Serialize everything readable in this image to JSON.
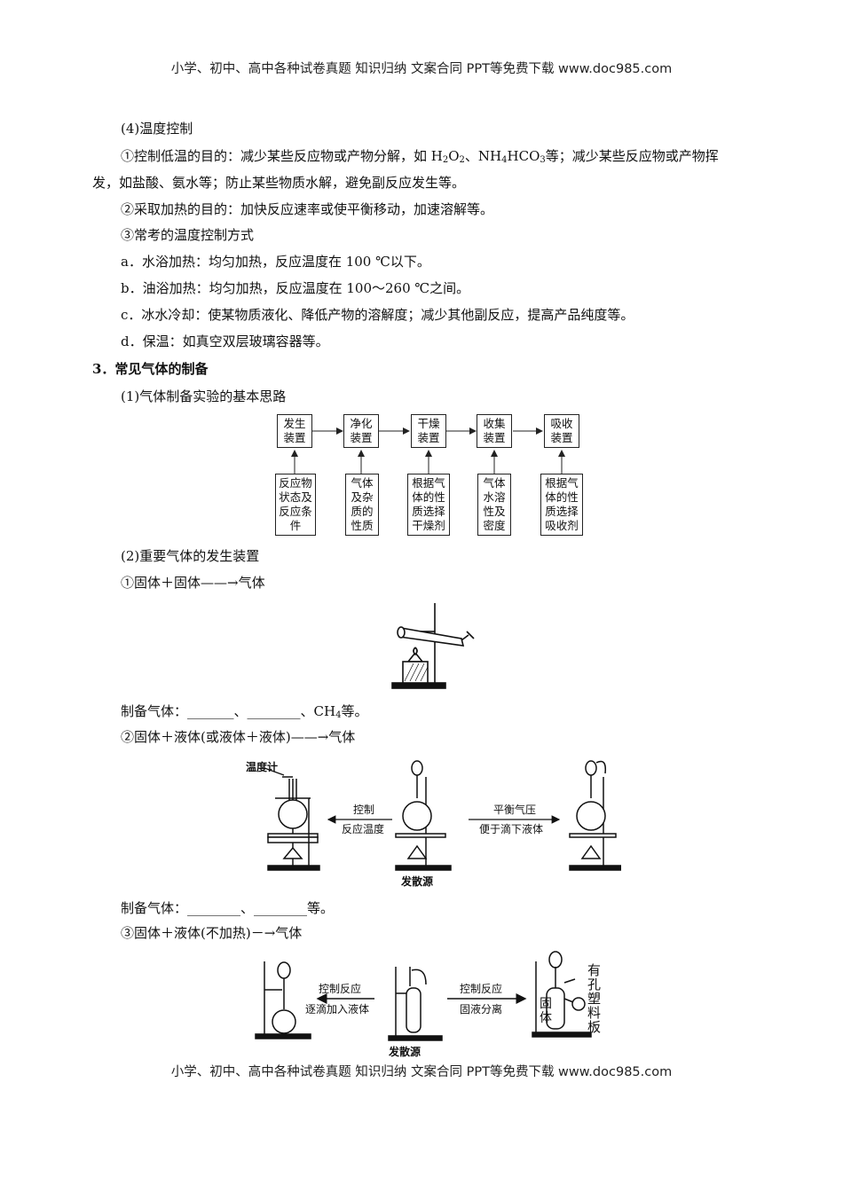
{
  "header_text": "小学、初中、高中各种试卷真题 知识归纳 文案合同 PPT等免费下载   www.doc985.com",
  "footer_text": "小学、初中、高中各种试卷真题 知识归纳 文案合同 PPT等免费下载   www.doc985.com",
  "temp": {
    "heading": "(4)温度控制",
    "p1_a": "①控制低温的目的：减少某些反应物或产物分解，如 H",
    "p1_b": "O",
    "p1_c": "、NH",
    "p1_d": "HCO",
    "p1_e": "等；减少某些反应物或产物挥",
    "p1_line2": "发，如盐酸、氨水等；防止某些物质水解，避免副反应发生等。",
    "p2": "②采取加热的目的：加快反应速率或使平衡移动，加速溶解等。",
    "p3": "③常考的温度控制方式",
    "a": "a．水浴加热：均匀加热，反应温度在 100 ℃以下。",
    "b": "b．油浴加热：均匀加热，反应温度在 100～260 ℃之间。",
    "c": "c．冰水冷却：使某物质液化、降低产物的溶解度；减少其他副反应，提高产品纯度等。",
    "d": "d．保温：如真空双层玻璃容器等。"
  },
  "gas": {
    "heading": "3．常见气体的制备",
    "sub1": "(1)气体制备实验的基本思路",
    "flow_top": [
      [
        "发生",
        "装置"
      ],
      [
        "净化",
        "装置"
      ],
      [
        "干燥",
        "装置"
      ],
      [
        "收集",
        "装置"
      ],
      [
        "吸收",
        "装置"
      ]
    ],
    "flow_bottom": [
      [
        "反应物",
        "状态及",
        "反应条",
        "件"
      ],
      [
        "气体",
        "及杂",
        "质的",
        "性质"
      ],
      [
        "根据气",
        "体的性",
        "质选择",
        "干燥剂"
      ],
      [
        "气体",
        "水溶",
        "性及",
        "密度"
      ],
      [
        "根据气",
        "体的性",
        "质选择",
        "吸收剂"
      ]
    ],
    "sub2": "(2)重要气体的发生装置",
    "item1": "①固体＋固体——→气体",
    "item1_fill_a": "制备气体：_______、________、CH",
    "item1_fill_b": "等。",
    "item2": "②固体＋液体(或液体＋液体)——→气体",
    "fig2": {
      "thermometer": "温度计",
      "left_arrow_top": "控制",
      "left_arrow_bottom": "反应温度",
      "right_arrow_top": "平衡气压",
      "right_arrow_bottom": "便于滴下液体",
      "center": "发散源"
    },
    "item2_fill": "制备气体：________、________等。",
    "item3": "③固体＋液体(不加热)－→气体",
    "fig3": {
      "left_arrow_top": "控制反应",
      "left_arrow_bottom": "逐滴加入液体",
      "right_arrow_top": "控制反应",
      "right_arrow_bottom": "固液分离",
      "center": "发散源",
      "solid": "固体",
      "plate": "有孔塑料板"
    }
  }
}
